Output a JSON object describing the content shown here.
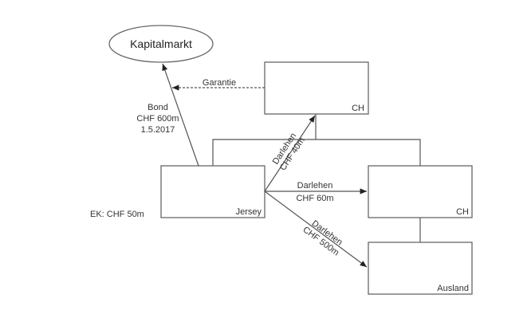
{
  "nodes": {
    "kapitalmarkt": "Kapitalmarkt",
    "ch_top": "CH",
    "jersey": "Jersey",
    "ch_right": "CH",
    "ausland": "Ausland"
  },
  "labels": {
    "garantie": "Garantie",
    "bond": [
      "Bond",
      "CHF 600m",
      "1.5.2017"
    ],
    "darlehen_40": [
      "Darlehen",
      "CHF 40m"
    ],
    "darlehen_60": [
      "Darlehen",
      "CHF 60m"
    ],
    "darlehen_500": [
      "Darlehen",
      "CHF 500m"
    ],
    "ek": "EK: CHF 50m"
  }
}
